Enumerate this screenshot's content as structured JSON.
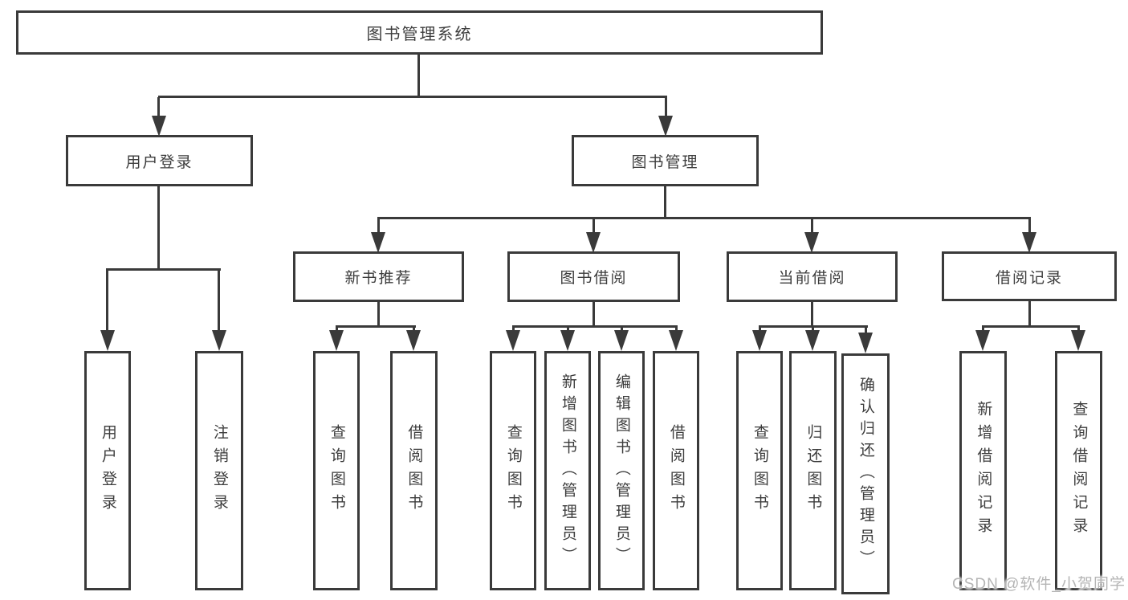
{
  "tree": {
    "label": "图书管理系统",
    "children": [
      {
        "label": "用户登录",
        "children": [
          {
            "label": "用户登录"
          },
          {
            "label": "注销登录"
          }
        ]
      },
      {
        "label": "图书管理",
        "children": [
          {
            "label": "新书推荐",
            "children": [
              {
                "label": "查询图书"
              },
              {
                "label": "借阅图书"
              }
            ]
          },
          {
            "label": "图书借阅",
            "children": [
              {
                "label": "查询图书"
              },
              {
                "label": "新增图书（管理员）"
              },
              {
                "label": "编辑图书（管理员）"
              },
              {
                "label": "借阅图书"
              }
            ]
          },
          {
            "label": "当前借阅",
            "children": [
              {
                "label": "查询图书"
              },
              {
                "label": "归还图书"
              },
              {
                "label": "确认归还（管理员）"
              }
            ]
          },
          {
            "label": "借阅记录",
            "children": [
              {
                "label": "新增借阅记录"
              },
              {
                "label": "查询借阅记录"
              }
            ]
          }
        ]
      }
    ]
  },
  "watermark": "CSDN @软件_小贺同学",
  "colors": {
    "line": "#3a3a3a",
    "text": "#3d3d3d",
    "watermark": "#b5b5b5",
    "background": "#ffffff"
  }
}
